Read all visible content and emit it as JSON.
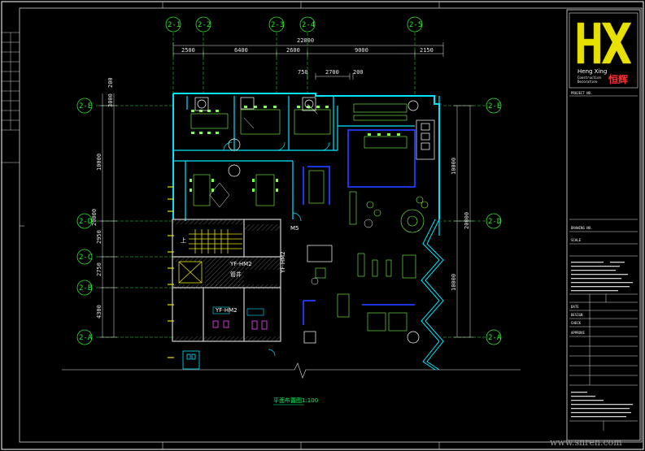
{
  "drawing": {
    "total_dimension": "22800",
    "top_segments": [
      "2500",
      "6400",
      "2600",
      "9000",
      "2150"
    ],
    "top_small_segments": [
      "750",
      "2700",
      "200"
    ],
    "left_dims": [
      "10000",
      "2950",
      "2750",
      "4300"
    ],
    "left_total": "20000",
    "left_small": [
      "200",
      "3000"
    ],
    "right_dims": [
      "10000",
      "10000"
    ],
    "right_total": "20000",
    "grid_top": [
      "2-1",
      "2-2",
      "2-3",
      "2-4",
      "2-5"
    ],
    "grid_side": [
      "2-E",
      "2-D",
      "2-C",
      "2-B",
      "2-A"
    ],
    "grid_right": [
      "2-E",
      "2-D",
      "2-A"
    ],
    "room_labels": {
      "m5": "M5",
      "yf1": "YF-HM2",
      "yf2": "YF-HM2",
      "yf3": "YF-HM2",
      "stair_up": "上",
      "shaft": "管井"
    },
    "caption": "平面布置图1:100"
  },
  "title_block": {
    "logo_text": "Heng Xing",
    "logo_sub1": "Construction",
    "logo_sub2": "Decoration",
    "logo_cn": "恒辉",
    "rows": [
      "PROJECT NO.",
      "DRAWING NO.",
      "SCALE",
      "DATE",
      "DESIGN",
      "CHECK",
      "APPROVE"
    ]
  },
  "watermark": "www.snren.com",
  "colors": {
    "wall": "#00e5ff",
    "grid": "#2fe82f",
    "dim": "#e8e8e8",
    "blue": "#1e3cff",
    "furniture": "#7dff4a",
    "hatch": "#9a9a9a",
    "accent": "#ff3030"
  }
}
